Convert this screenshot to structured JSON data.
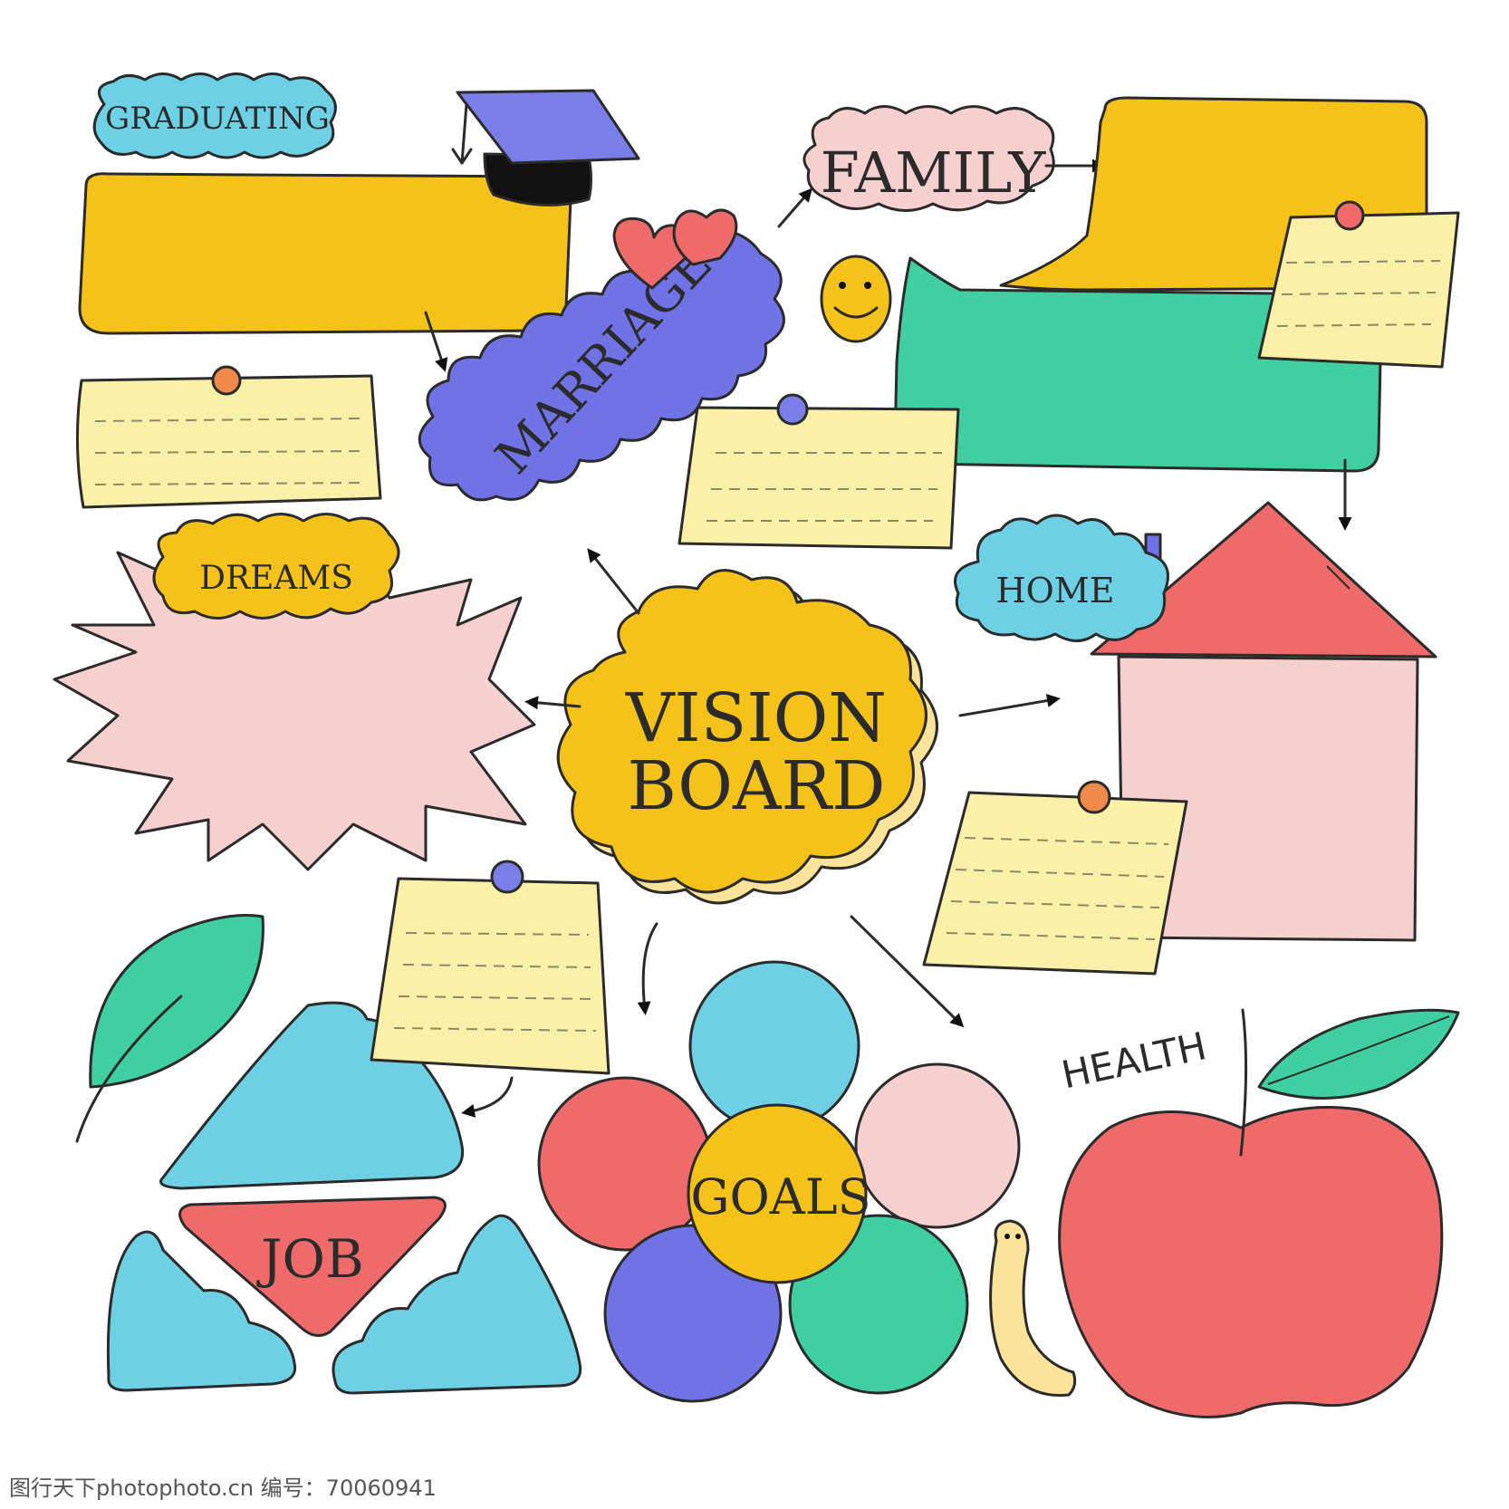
{
  "title": {
    "line1": "VISION",
    "line2": "BOARD"
  },
  "labels": {
    "graduating": "GRADUATING",
    "marriage": "MARRIAGE",
    "family": "FAMILY",
    "dreams": "DREAMS",
    "home": "HOME",
    "job": "JOB",
    "goals": "GOALS",
    "health": "HEALTH"
  },
  "footer": "图行天下photophoto.cn 编号：70060941",
  "colors": {
    "yellow": "#f5c21a",
    "note": "#fbf0a8",
    "blue": "#6ed0e4",
    "purple": "#6f73e6",
    "pink": "#f6cfcf",
    "teal": "#3fcfa0",
    "red": "#ef6a6a",
    "outline": "#2b2b2b"
  },
  "icons": [
    "graduation-cap-icon",
    "heart-icon",
    "smiley-icon",
    "push-pin-icon",
    "house-icon",
    "leaf-icon",
    "mountain-icon",
    "flower-icon",
    "apple-icon",
    "worm-icon",
    "arrow-icon"
  ]
}
